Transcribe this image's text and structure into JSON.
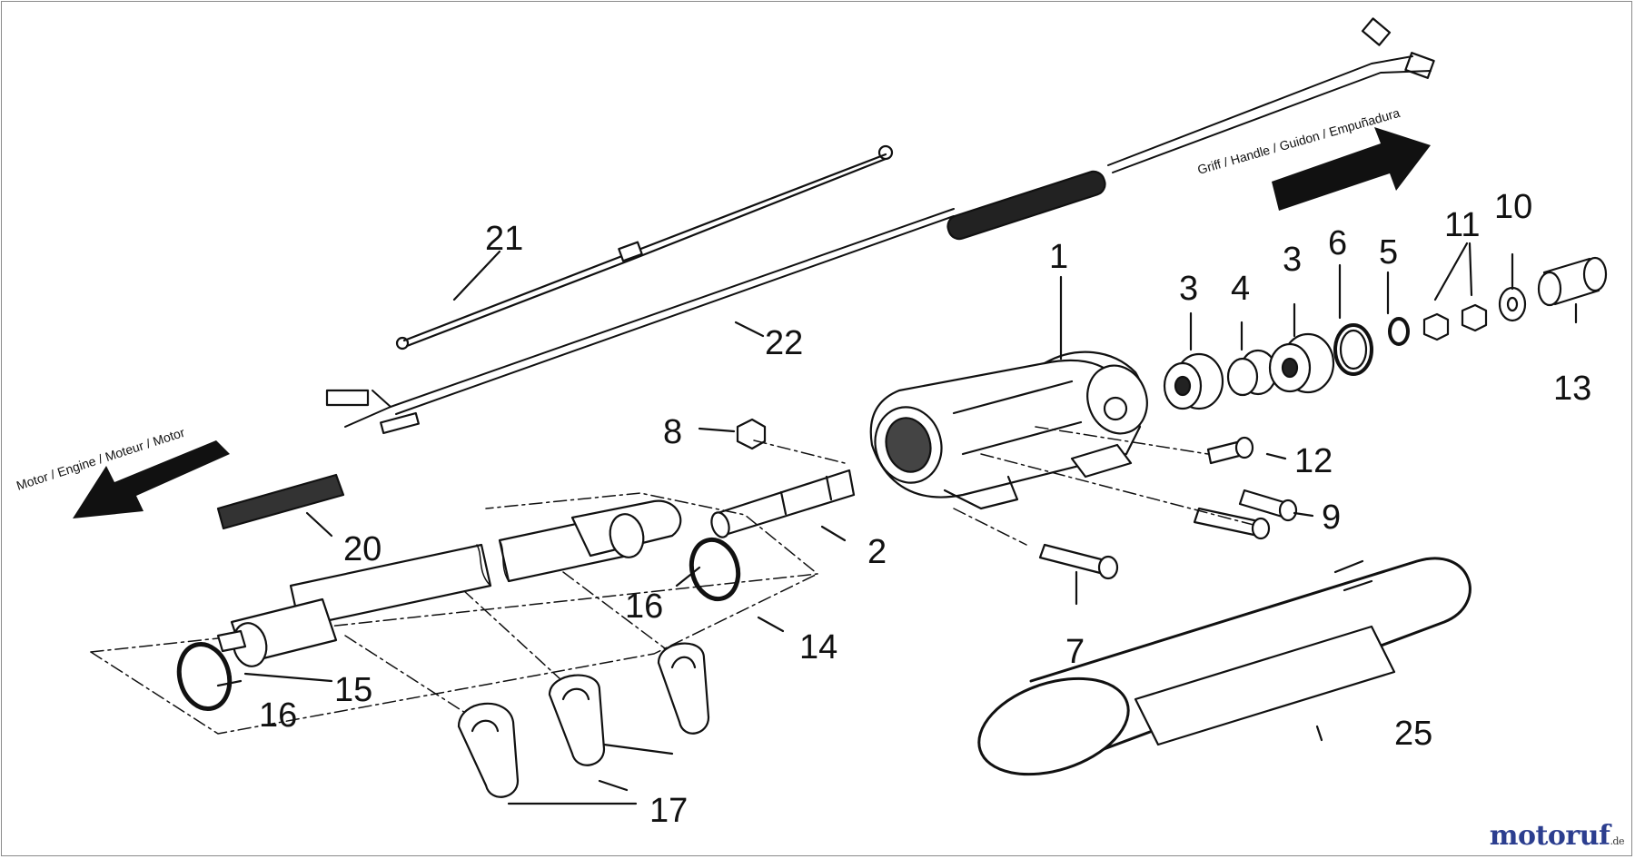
{
  "directions": {
    "handle": "Griff / Handle / Guidon / Empuñadura",
    "motor": "Motor / Engine / Moteur / Motor"
  },
  "labels": {
    "p1": "1",
    "p2": "2",
    "p3a": "3",
    "p3b": "3",
    "p4": "4",
    "p5": "5",
    "p6": "6",
    "p7": "7",
    "p8": "8",
    "p9": "9",
    "p10": "10",
    "p11": "11",
    "p12": "12",
    "p13": "13",
    "p14": "14",
    "p15": "15",
    "p16a": "16",
    "p16b": "16",
    "p17": "17",
    "p20": "20",
    "p21": "21",
    "p22": "22",
    "p25": "25"
  },
  "watermark": {
    "name": "motoruf",
    "tld": ".de"
  },
  "colors": {
    "line": "#111111",
    "arrow": "#111111",
    "watermark": [
      "#c0392b",
      "#2c3e8f",
      "#e67e22",
      "#27ae60"
    ]
  }
}
